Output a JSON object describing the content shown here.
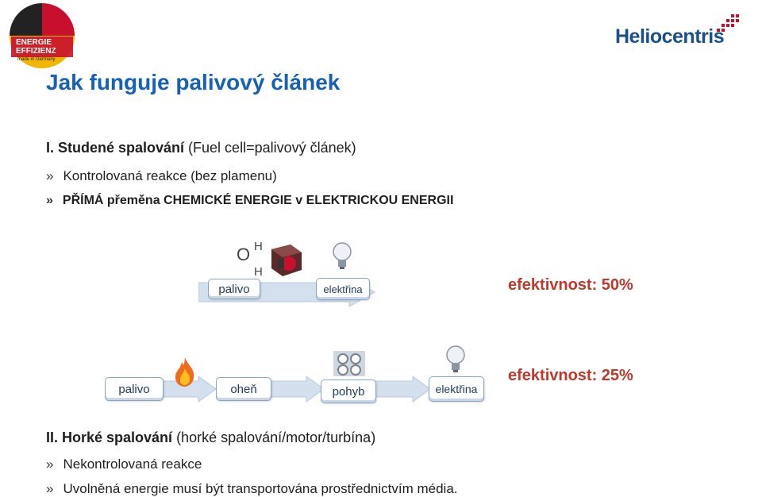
{
  "title": "Jak funguje palivový článek",
  "logo_left": {
    "line1": "ENERGIE",
    "line2": "EFFIZIENZ",
    "line3": "made in Germany"
  },
  "logo_right": {
    "name": "Heliocentris"
  },
  "section1": {
    "heading_prefix": "I. Studené spalování",
    "heading_suffix": " (Fuel cell=palivový článek)",
    "bullet_symbol": "»",
    "items": [
      "Kontrolovaná reakce (bez plamenu)",
      "PŘÍMÁ přeměna CHEMICKÉ ENERGIE v ELEKTRICKOU ENERGII"
    ]
  },
  "diagram1": {
    "molecule": {
      "o": "O",
      "h1": "H",
      "h2": "H"
    },
    "boxes": [
      "palivo",
      "elektřina"
    ],
    "efficiency": "efektivnost: 50%"
  },
  "diagram2": {
    "boxes": [
      "palivo",
      "oheň",
      "pohyb",
      "elektřina"
    ],
    "efficiency": "efektivnost: 25%"
  },
  "section2": {
    "heading_prefix": "II. Horké spalování",
    "heading_suffix": "  (horké spalování/motor/turbína)",
    "bullet_symbol": "»",
    "items": [
      "Nekontrolovaná reakce",
      "Uvolněná energie musí být transportována prostřednictvím média."
    ]
  },
  "colors": {
    "title": "#1560b8",
    "efficiency": "#c0392b",
    "arrow": "#c9d6e6"
  }
}
